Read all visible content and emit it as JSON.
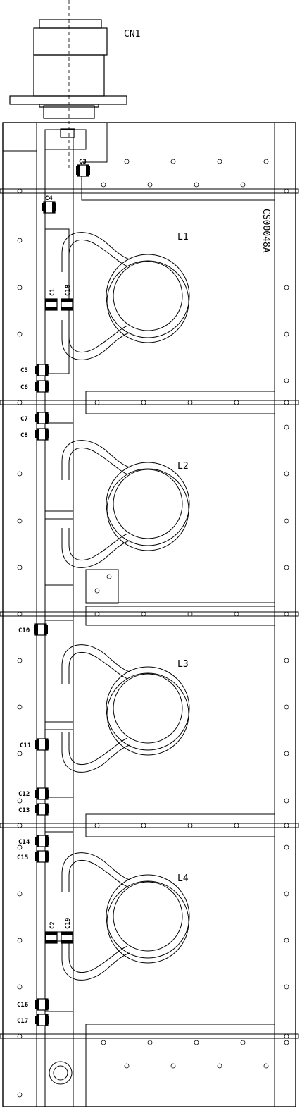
{
  "connector": {
    "label": "CN1"
  },
  "board": {
    "part_number": "CS00048A"
  },
  "inductors": [
    "L1",
    "L2",
    "L3",
    "L4"
  ],
  "capacitors": {
    "c1": "C1",
    "c2": "C2",
    "c3": "C3",
    "c4": "C4",
    "c5": "C5",
    "c6": "C6",
    "c7": "C7",
    "c8": "C8",
    "c10": "C10",
    "c11": "C11",
    "c12": "C12",
    "c13": "C13",
    "c14": "C14",
    "c15": "C15",
    "c16": "C16",
    "c17": "C17",
    "c18": "C18",
    "c19": "C19"
  }
}
